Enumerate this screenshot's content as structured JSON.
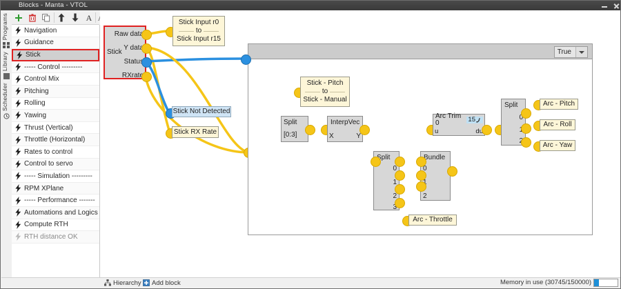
{
  "window": {
    "title": "Blocks - Manta - VTOL",
    "minimize_label": "minimize",
    "close_label": "close"
  },
  "vtabs": [
    {
      "label": "Programs",
      "icon": "grid-icon"
    },
    {
      "label": "Library",
      "icon": "book-icon"
    },
    {
      "label": "Scheduler",
      "icon": "clock-icon"
    }
  ],
  "toolbar": {
    "buttons": [
      {
        "name": "add",
        "glyph": "+",
        "color": "#2e9b2e"
      },
      {
        "name": "delete",
        "glyph": "trash",
        "color": "#d03030"
      },
      {
        "name": "duplicate",
        "glyph": "copy",
        "color": "#7a7a7a"
      },
      {
        "name": "move-up",
        "glyph": "up",
        "color": "#333333"
      },
      {
        "name": "move-down",
        "glyph": "down",
        "color": "#333333"
      },
      {
        "name": "rename",
        "glyph": "A",
        "color": "#333333"
      },
      {
        "name": "warning-text",
        "glyph": "A0",
        "color": "#555555"
      }
    ]
  },
  "programs": {
    "items": [
      {
        "label": "Navigation",
        "selected": false,
        "dim": false
      },
      {
        "label": "Guidance",
        "selected": false,
        "dim": false
      },
      {
        "label": "Stick",
        "selected": true,
        "dim": false
      },
      {
        "label": "----- Control ---------",
        "selected": false,
        "dim": false
      },
      {
        "label": "Control Mix",
        "selected": false,
        "dim": false
      },
      {
        "label": "Pitching",
        "selected": false,
        "dim": false
      },
      {
        "label": "Rolling",
        "selected": false,
        "dim": false
      },
      {
        "label": "Yawing",
        "selected": false,
        "dim": false
      },
      {
        "label": "Thrust (Vertical)",
        "selected": false,
        "dim": false
      },
      {
        "label": "Throttle (Horizontal)",
        "selected": false,
        "dim": false
      },
      {
        "label": "Rates to control",
        "selected": false,
        "dim": false
      },
      {
        "label": "Control to servo",
        "selected": false,
        "dim": false
      },
      {
        "label": "----- Simulation ---------",
        "selected": false,
        "dim": false
      },
      {
        "label": "RPM XPlane",
        "selected": false,
        "dim": false
      },
      {
        "label": "----- Performance -------",
        "selected": false,
        "dim": false
      },
      {
        "label": "Automations and Logics",
        "selected": false,
        "dim": false
      },
      {
        "label": "Compute RTH",
        "selected": false,
        "dim": false
      },
      {
        "label": "RTH distance OK",
        "selected": false,
        "dim": true
      }
    ]
  },
  "canvas": {
    "stick_block": {
      "name": "Stick",
      "outputs": [
        "Raw data",
        "Y data",
        "Status",
        "RXrate"
      ]
    },
    "var_stick_input": {
      "from": "Stick Input r0",
      "to": "to",
      "end": "Stick Input r15"
    },
    "var_stick_not_detected": {
      "label": "Stick Not Detected"
    },
    "var_stick_rx_rate": {
      "label": "Stick RX Rate"
    },
    "conditional": {
      "dropdown_value": "True"
    },
    "var_stick_pitch": {
      "from": "Stick - Pitch",
      "to": "to",
      "end": "Stick - Manual"
    },
    "split_a": {
      "name": "Split",
      "range": "[0:3]"
    },
    "interpvec": {
      "name": "InterpVec",
      "in": "X",
      "out": "Y"
    },
    "split_b": {
      "name": "Split",
      "outputs": [
        "0",
        "1",
        "2",
        "3"
      ]
    },
    "bundle": {
      "name": "Bundle",
      "inputs": [
        "0",
        "1",
        "2"
      ]
    },
    "var_arc_throttle": {
      "label": "Arc - Throttle"
    },
    "arc_trim": {
      "name": "Arc Trim 0",
      "badge": "15",
      "badge_icon": "signal-icon",
      "in": "u",
      "out": "du"
    },
    "split_c": {
      "name": "Split",
      "outputs": [
        "0",
        "1",
        "2"
      ]
    },
    "var_arc_pitch": {
      "label": "Arc - Pitch"
    },
    "var_arc_roll": {
      "label": "Arc - Roll"
    },
    "var_arc_yaw": {
      "label": "Arc - Yaw"
    }
  },
  "statusbar": {
    "hierarchy_label": "Hierarchy",
    "add_block_label": "Add block",
    "memory_label": "Memory in use (30745/150000)",
    "memory_percent": 20
  },
  "colors": {
    "wire_number": "#f5c518",
    "wire_bool": "#2b90e0",
    "selection": "#e02020",
    "accent": "#1e90d8"
  }
}
